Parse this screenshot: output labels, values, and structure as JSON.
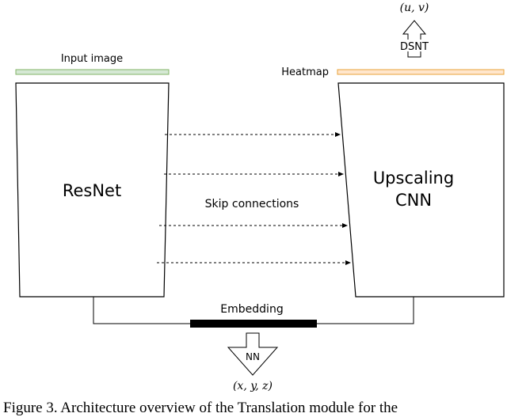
{
  "diagram": {
    "input_label": "Input image",
    "heatmap_label": "Heatmap",
    "encoder_label": "ResNet",
    "decoder_label_line1": "Upscaling",
    "decoder_label_line2": "CNN",
    "skip_label": "Skip connections",
    "embedding_label": "Embedding",
    "dsnt_label": "DSNT",
    "uv_label": "(u, v)",
    "nn_label": "NN",
    "xyz_label": "(x, y, z)",
    "colors": {
      "input_bar": "#d5e8d4",
      "input_bar_stroke": "#82b366",
      "heatmap_bar": "#ffe6cc",
      "heatmap_bar_stroke": "#e8a33a",
      "embedding_bar": "#000000"
    }
  },
  "caption": "Figure 3. Architecture overview of the Translation module for the"
}
